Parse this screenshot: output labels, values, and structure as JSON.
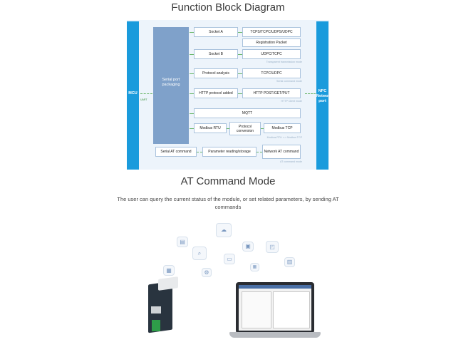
{
  "titles": {
    "diagram": "Function Block Diagram",
    "at_mode": "AT Command Mode",
    "description": "The user can query the current status of the module, or set related parameters, by sending AT commands"
  },
  "diagram": {
    "mcu_label": "MCU",
    "uart_label": "UART",
    "network_label": "NPC Network port",
    "packaging_label": "Serial port packaging",
    "rows": {
      "socket_a": "Socket A",
      "socket_a_proto": "TCPS/TCPC/UDPS/UDPC",
      "registration": "Registration Packet",
      "socket_b": "Socket B",
      "socket_b_proto": "UDPC/TCPC",
      "socket_b_note": "Transparent transmission mode",
      "protocol_analysis": "Protocol analysis",
      "protocol_analysis_proto": "TCPC/UDPC",
      "protocol_note": "Serial command mode",
      "http_added": "HTTP protocol added",
      "http_methods": "HTTP POST/GET/PUT",
      "http_note": "HTTP Client mode",
      "mqtt": "MQTT",
      "modbus_rtu": "Modbus RTU",
      "protocol_conversion": "Protocol conversion",
      "modbus_tcp": "Modbus TCP",
      "modbus_note": "Modbus RTU <-> Modbus TCP",
      "serial_at": "Serial AT command",
      "param_rw": "Parameter reading/storage",
      "network_at": "Network AT command",
      "at_note": "AT command mode"
    }
  },
  "colors": {
    "bar_blue": "#1a9bdc",
    "packaging_blue": "#7fa1ca",
    "arrow_green": "#6db86d",
    "diagram_bg": "#edf4fb"
  },
  "scene": {
    "icons": [
      "cloud-icon",
      "document-icon",
      "chart-icon",
      "image-icon",
      "monitor-icon",
      "calendar-icon",
      "settings-icon",
      "bar-chart-icon",
      "photo-icon",
      "grid-icon",
      "search-icon",
      "wave-icon"
    ]
  }
}
